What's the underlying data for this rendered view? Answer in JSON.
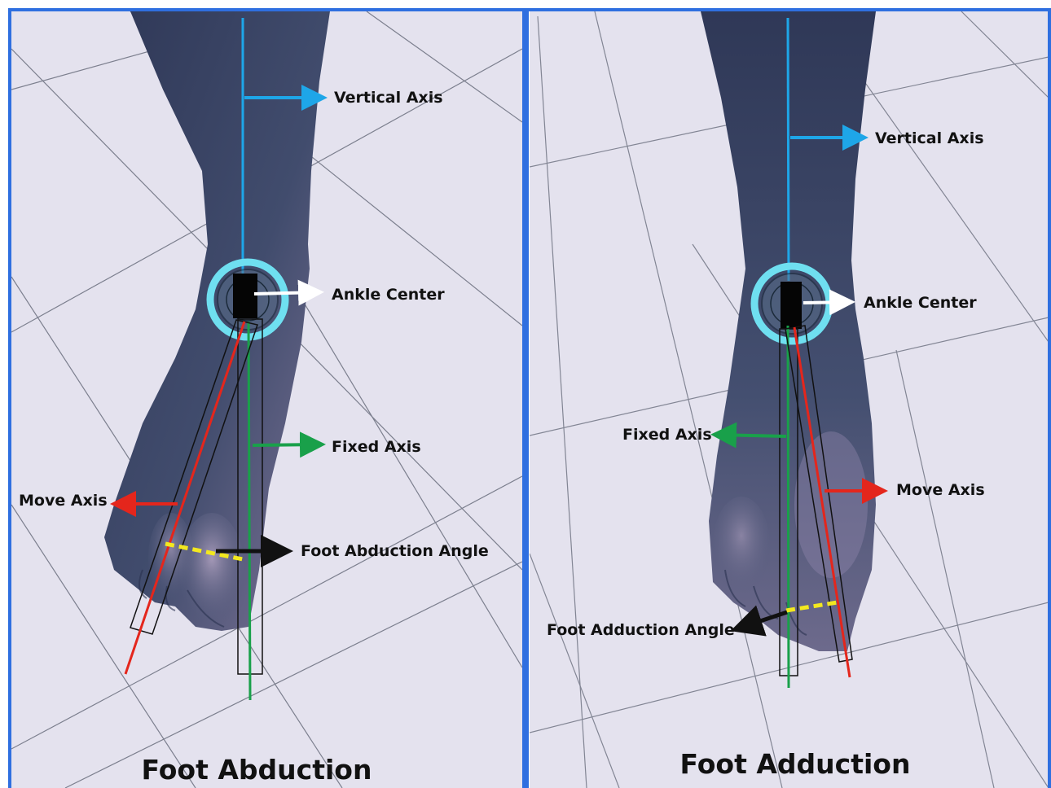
{
  "colors": {
    "frame": "#2f6fe0",
    "floor": "#e4e2ee",
    "grid": "#5a5f6e",
    "skin": "#3c4766",
    "skin_light": "#9b8fb0",
    "vertical_axis": "#1ea6e8",
    "fixed_axis": "#19a04a",
    "move_axis": "#e4261c",
    "angle_dash": "#f3e81f",
    "ankle_ring": "#6fdff0"
  },
  "panels": [
    {
      "title": "Foot Abduction",
      "labels": {
        "vertical_axis": "Vertical Axis",
        "ankle_center": "Ankle Center",
        "fixed_axis": "Fixed Axis",
        "move_axis": "Move Axis",
        "angle": "Foot Abduction Angle"
      }
    },
    {
      "title": "Foot Adduction",
      "labels": {
        "vertical_axis": "Vertical Axis",
        "ankle_center": "Ankle Center",
        "fixed_axis": "Fixed Axis",
        "move_axis": "Move Axis",
        "angle": "Foot Adduction Angle"
      }
    }
  ]
}
